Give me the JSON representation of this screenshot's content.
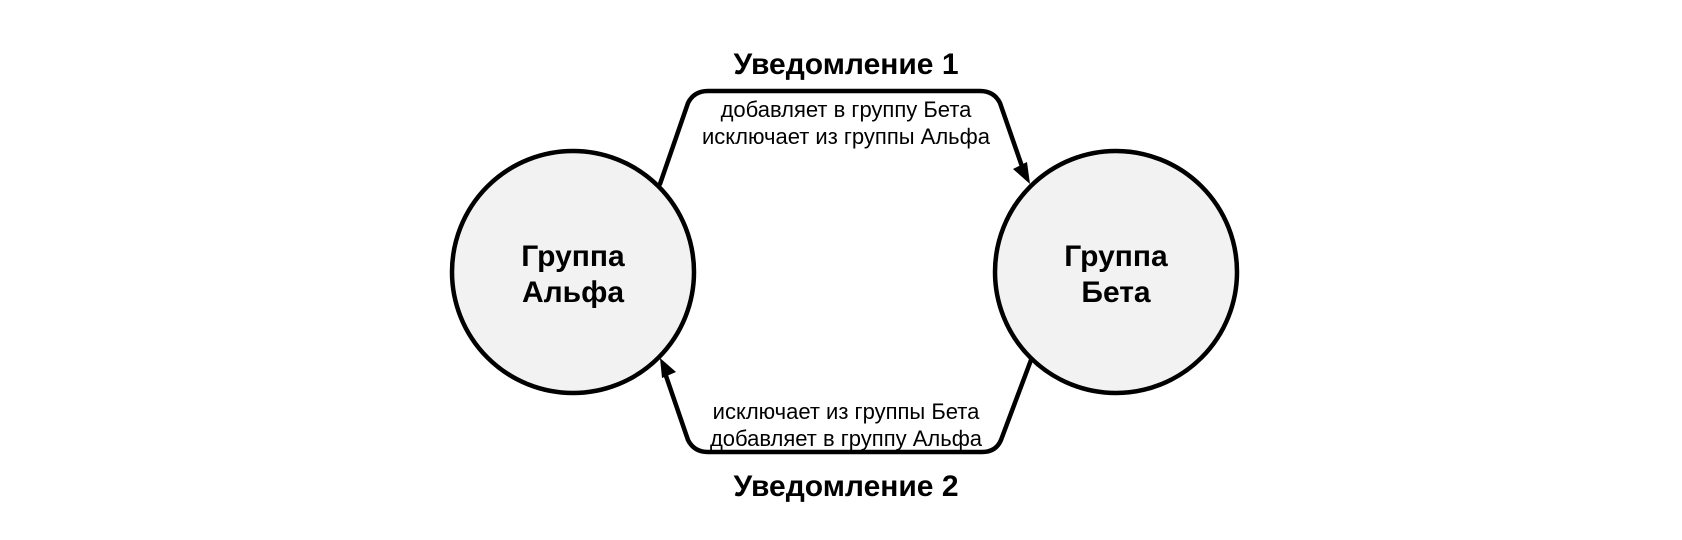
{
  "nodes": [
    {
      "id": "alpha",
      "label_lines": [
        "Группа",
        "Альфа"
      ]
    },
    {
      "id": "beta",
      "label_lines": [
        "Группа",
        "Бета"
      ]
    }
  ],
  "edges": [
    {
      "id": "notification-1",
      "title": "Уведомление 1",
      "from": "alpha",
      "to": "beta",
      "lines": [
        "добавляет в группу Бета",
        "исключает из группы Альфа"
      ]
    },
    {
      "id": "notification-2",
      "title": "Уведомление 2",
      "from": "beta",
      "to": "alpha",
      "lines": [
        "исключает из группы Бета",
        "добавляет в группу Альфа"
      ]
    }
  ],
  "colors": {
    "node_fill": "#f2f2f2",
    "stroke": "#000000",
    "background": "#ffffff"
  }
}
